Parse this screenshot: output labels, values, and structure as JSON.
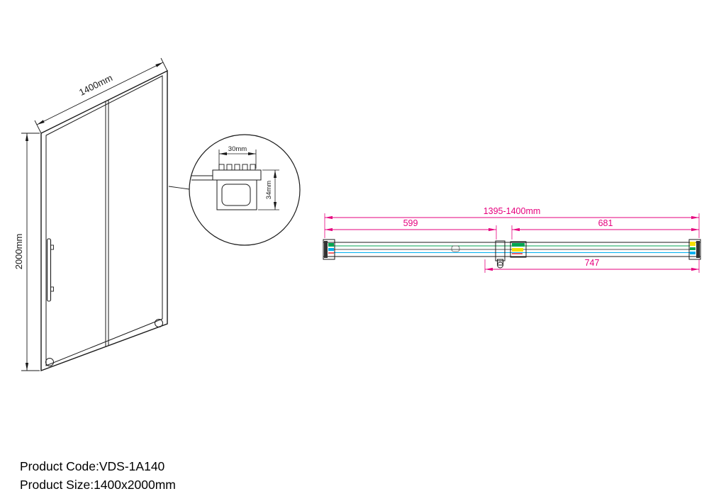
{
  "drawing": {
    "front_view": {
      "width_label": "1400mm",
      "height_label": "2000mm"
    },
    "detail_view": {
      "width_label": "30mm",
      "height_label": "34mm"
    },
    "plan_view": {
      "overall_label": "1395-1400mm",
      "left_label": "599",
      "right_label": "681",
      "bottom_label": "747"
    }
  },
  "footer": {
    "product_code": "Product Code:VDS-1A140",
    "product_size": "Product Size:1400x2000mm"
  },
  "colors": {
    "line": "#1a1a1a",
    "dimension_magenta": "#e6007e",
    "green": "#00a651",
    "cyan": "#00b0f0",
    "yellow": "#f5e000",
    "red": "#ee1c25"
  }
}
